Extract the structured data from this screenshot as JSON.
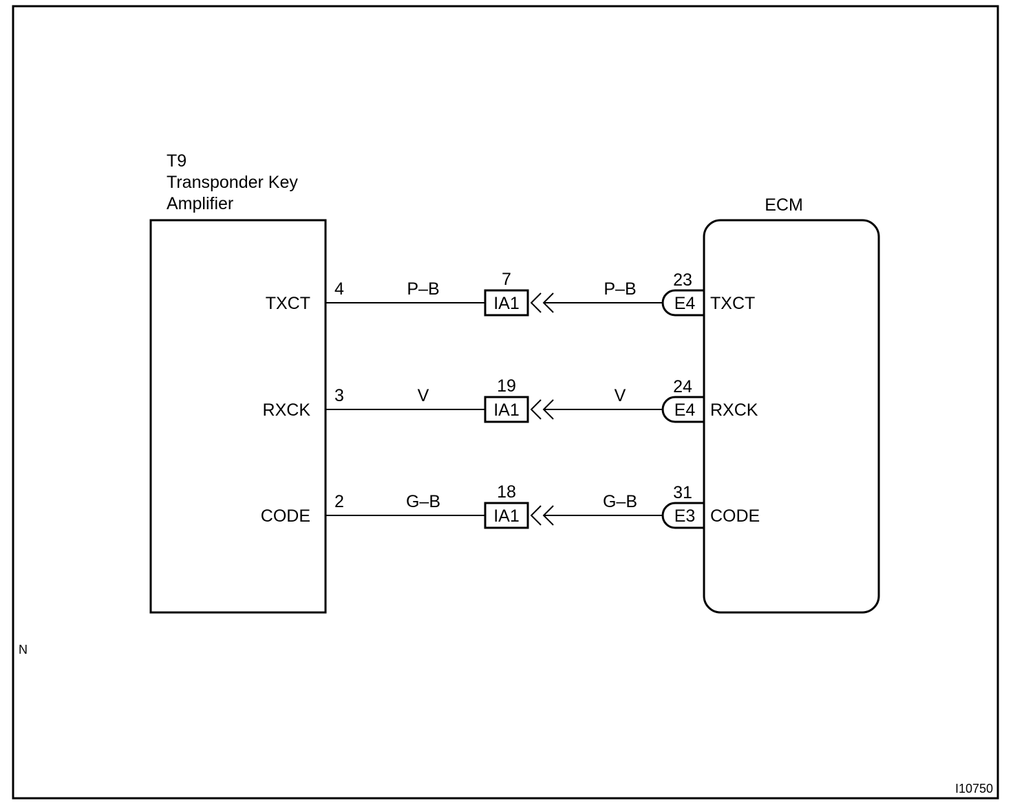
{
  "left_component": {
    "id": "T9",
    "name_line1": "Transponder Key",
    "name_line2": "Amplifier"
  },
  "right_component": {
    "name": "ECM"
  },
  "circuits": [
    {
      "left_signal": "TXCT",
      "left_pin": "4",
      "left_wire_color": "P–B",
      "junction_pin": "7",
      "junction_connector": "IA1",
      "right_wire_color": "P–B",
      "ecm_pin": "23",
      "ecm_connector": "E4",
      "right_signal": "TXCT"
    },
    {
      "left_signal": "RXCK",
      "left_pin": "3",
      "left_wire_color": "V",
      "junction_pin": "19",
      "junction_connector": "IA1",
      "right_wire_color": "V",
      "ecm_pin": "24",
      "ecm_connector": "E4",
      "right_signal": "RXCK"
    },
    {
      "left_signal": "CODE",
      "left_pin": "2",
      "left_wire_color": "G–B",
      "junction_pin": "18",
      "junction_connector": "IA1",
      "right_wire_color": "G–B",
      "ecm_pin": "31",
      "ecm_connector": "E3",
      "right_signal": "CODE"
    }
  ],
  "corner_mark": "N",
  "figure_id": "I10750"
}
